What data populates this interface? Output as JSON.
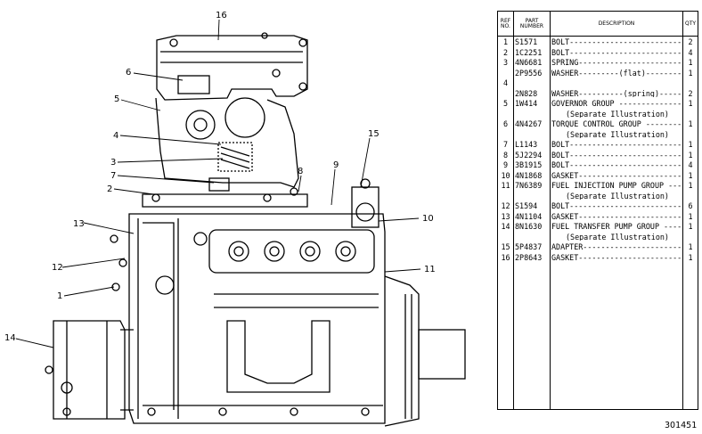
{
  "drawing": {
    "callouts": [
      "16",
      "6",
      "5",
      "4",
      "3",
      "7",
      "2",
      "13",
      "12",
      "1",
      "14",
      "15",
      "8",
      "9",
      "10",
      "11"
    ]
  },
  "table": {
    "headers": {
      "ref": "REF\nNO.",
      "part": "PART\nNUMBER",
      "desc": "DESCRIPTION",
      "qty": "QTY"
    },
    "rows": [
      {
        "ref": "1",
        "part": "S1571",
        "desc": "BOLT-----------------------------",
        "qty": "2"
      },
      {
        "ref": "2",
        "part": "1C2251",
        "desc": "BOLT-----------------------------",
        "qty": "4"
      },
      {
        "ref": "3",
        "part": "4N6681",
        "desc": "SPRING---------------------------",
        "qty": "1"
      },
      {
        "ref": "",
        "part": "2P9556",
        "desc": "WASHER---------(flat)------------",
        "qty": "1"
      },
      {
        "ref": "4",
        "part": "",
        "desc": "",
        "qty": ""
      },
      {
        "ref": "",
        "part": "2N828",
        "desc": "WASHER----------(spring)---------",
        "qty": "2"
      },
      {
        "ref": "5",
        "part": "1W414",
        "desc": "GOVERNOR GROUP -------------------",
        "qty": "1"
      },
      {
        "ref": "",
        "part": "",
        "desc": "(Separate Illustration)",
        "qty": ""
      },
      {
        "ref": "6",
        "part": "4N4267",
        "desc": "TORQUE CONTROL GROUP -------------",
        "qty": "1"
      },
      {
        "ref": "",
        "part": "",
        "desc": "(Separate Illustration)",
        "qty": ""
      },
      {
        "ref": "7",
        "part": "L1143",
        "desc": "BOLT-----------------------------",
        "qty": "1"
      },
      {
        "ref": "8",
        "part": "5J2294",
        "desc": "BOLT-----------------------------",
        "qty": "1"
      },
      {
        "ref": "9",
        "part": "3B1915",
        "desc": "BOLT-----------------------------",
        "qty": "4"
      },
      {
        "ref": "10",
        "part": "4N1868",
        "desc": "GASKET---------------------------",
        "qty": "1"
      },
      {
        "ref": "11",
        "part": "7N6389",
        "desc": "FUEL INJECTION PUMP GROUP --------",
        "qty": "1"
      },
      {
        "ref": "",
        "part": "",
        "desc": "(Separate Illustration)",
        "qty": ""
      },
      {
        "ref": "12",
        "part": "S1594",
        "desc": "BOLT-----------------------------",
        "qty": "6"
      },
      {
        "ref": "13",
        "part": "4N1104",
        "desc": "GASKET---------------------------",
        "qty": "1"
      },
      {
        "ref": "14",
        "part": "8N1630",
        "desc": "FUEL TRANSFER PUMP GROUP ---------",
        "qty": "1"
      },
      {
        "ref": "",
        "part": "",
        "desc": "(Separate Illustration)",
        "qty": ""
      },
      {
        "ref": "15",
        "part": "5P4837",
        "desc": "ADAPTER--------------------------",
        "qty": "1"
      },
      {
        "ref": "16",
        "part": "2P8643",
        "desc": "GASKET---------------------------",
        "qty": "1"
      }
    ]
  },
  "drawing_number": "301451"
}
